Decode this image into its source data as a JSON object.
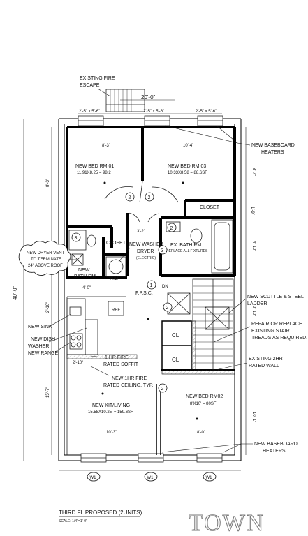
{
  "notes": {
    "fire_escape": [
      "EXISTING FIRE",
      "ESCAPE"
    ],
    "baseboard_top": [
      "NEW BASEBOARD",
      "HEATERS"
    ],
    "baseboard_bottom": [
      "NEW BASEBOARD",
      "HEATERS"
    ],
    "dryer_vent": [
      "NEW DRYER VENT",
      "TO TERMINATE",
      "24\" ABOVE ROOF"
    ],
    "scuttle": [
      "NEW SCUTTLE & STEEL",
      "LADDER"
    ],
    "stair": [
      "REPAIR OR REPLACE",
      "EXISTING STAIR",
      "TREADS AS REQUIRED."
    ],
    "sink": "NEW SINK",
    "dish": [
      "NEW DISH",
      "WASHER"
    ],
    "range": "NEW RANGE",
    "soffit": [
      "1 HR FIRE",
      "RATED SOFFIT"
    ],
    "ceiling": [
      "NEW 1HR FIRE",
      "RATED CEILING, TYP."
    ],
    "wall_2hr": [
      "EXISTING 2HR",
      "RATED WALL"
    ],
    "washer": [
      "NEW WASHER",
      "DRYER",
      "(ELECTRIC)"
    ]
  },
  "rooms": {
    "bed01": {
      "name": "NEW BED RM 01",
      "area": "11.91X8.25 = 98.2"
    },
    "bed03": {
      "name": "NEW BED RM 03",
      "area": "10.33X8.58 = 88.6SF"
    },
    "bed02": {
      "name": "NEW BED RM02",
      "area": "8'X10' = 80SF"
    },
    "kit": {
      "name": "NEW KIT/LIVING",
      "area": "15.58X10.25' = 159.6SF"
    },
    "ex_bath": {
      "name": "EX. BATH RM",
      "sub": "REPLACE ALL FIXTURES"
    },
    "new_bath": [
      "NEW",
      "BATH RM"
    ],
    "closet_a": "CLOSET",
    "closet_b": "CLOSET",
    "cl_a": "CL",
    "cl_b": "CL",
    "wd": "W/D",
    "ref": "REF.",
    "fpsc": "F.P.S.C.",
    "dn": "DN"
  },
  "dims": {
    "overall_width": "20'-0\"",
    "overall_depth": "40'-0\"",
    "win_top_1": "2'-5\" x 5'-6\"",
    "win_top_2": "2'-5\" x 5'-6\"",
    "win_top_3": "2'-5\" x 5'-6\"",
    "bed01_w": "8'-3\"",
    "bed03_w": "10'-4\"",
    "hall": "3'-2\"",
    "bath_w": "4'-0\"",
    "kit_w": "10'-3\"",
    "bed02_w": "8'-0\"",
    "soffit_w": "2'-10\"",
    "r1": "8'-7\"",
    "r2": "1'-9\"",
    "r3": "4'-10\"",
    "r4": "2'-10\"",
    "r5": "10'-1\"",
    "l1": "8'-3\"",
    "l2": "2'-10\"",
    "l3": "15'-7\""
  },
  "tags": {
    "d1": "2",
    "d2": "2",
    "d3": "2",
    "d4": "3",
    "d5": "3",
    "d6": "1",
    "d7": "2",
    "d8": "2",
    "w1": "W1",
    "w2": "W1",
    "w3": "W1"
  },
  "title": {
    "line1": "THIRD FL PROPOSED (2UNITS)",
    "scale": "SCALE: 1/4\"=1'-0\""
  },
  "logo": "TOWN"
}
